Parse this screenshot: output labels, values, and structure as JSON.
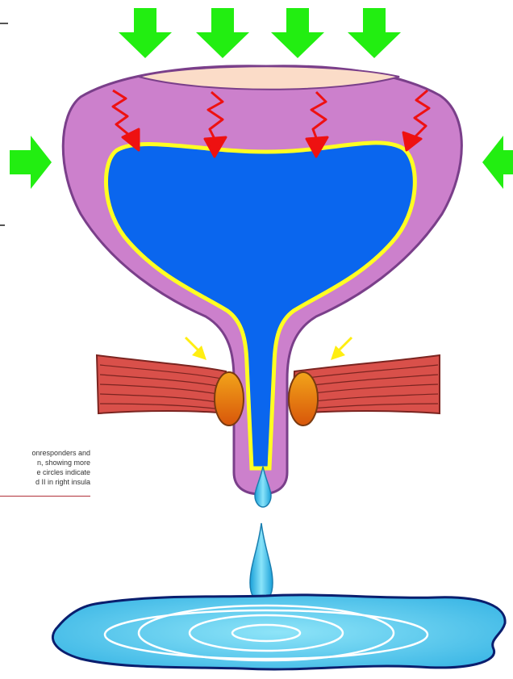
{
  "caption": {
    "lines": [
      "onresponders and",
      "n, showing more",
      "e circles indicate",
      "d II in right insula"
    ]
  },
  "colors": {
    "pressure_arrow": "#22ee11",
    "bladder_wall": "#cc80cc",
    "bladder_wall_outline": "#7a3f8a",
    "bladder_dome": "#fbdcc8",
    "urine": "#0a66ee",
    "urothelium": "#ffff22",
    "nerve_signal": "#ee1111",
    "pelvic_floor_muscle": "#d9504a",
    "sphincter": "#f07a10",
    "contraction_arrow": "#ffee11",
    "droplet": "#44c8ee",
    "puddle": "#55c8ee"
  },
  "icons": [
    "down-pressure-arrow-icon",
    "side-pressure-arrow-icon",
    "squiggle-signal-arrow-icon",
    "sphincter-contraction-arrow-icon",
    "droplet-icon",
    "puddle-icon"
  ]
}
